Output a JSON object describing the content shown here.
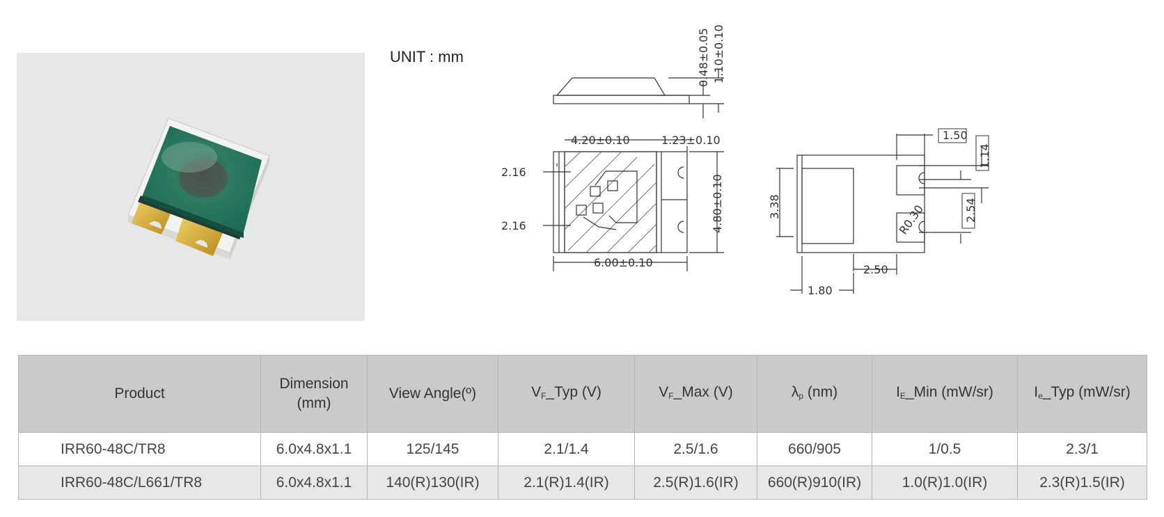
{
  "unit_label": "UNIT : mm",
  "dimensions": {
    "height_048": "0.48±0.05",
    "height_110": "1.10±0.10",
    "width_420": "4.20±0.10",
    "edge_123": "1.23±0.10",
    "pitch_216_top": "2.16",
    "pitch_216_bottom": "2.16",
    "height_480": "4.80±0.10",
    "length_600": "6.00±0.10",
    "pad_150": "1.50",
    "pad_114": "1.14",
    "pad_254": "2.54",
    "radius_030": "R0.30",
    "height_338": "3.38",
    "pad_250": "2.50",
    "pad_180": "1.80"
  },
  "table": {
    "headers": {
      "product": "Product",
      "dimension_l1": "Dimension",
      "dimension_l2": "(mm)",
      "view_angle": "View Angle(º)",
      "vf_typ_pre": "V",
      "vf_typ_sub": "F",
      "vf_typ_post": "_Typ (V)",
      "vf_max_pre": "V",
      "vf_max_sub": "F",
      "vf_max_post": "_Max (V)",
      "lp_pre": "λ",
      "lp_sub": "p",
      "lp_post": " (nm)",
      "ie_min_pre": "I",
      "ie_min_sub": "E",
      "ie_min_post": "_Min (mW/sr)",
      "ie_typ_pre": "I",
      "ie_typ_sub": "e",
      "ie_typ_post": "_Typ (mW/sr)"
    },
    "rows": [
      {
        "product": "IRR60-48C/TR8",
        "dimension": "6.0x4.8x1.1",
        "view_angle": "125/145",
        "vf_typ": "2.1/1.4",
        "vf_max": "2.5/1.6",
        "lambda_p": "660/905",
        "ie_min": "1/0.5",
        "ie_typ": "2.3/1"
      },
      {
        "product": "IRR60-48C/L661/TR8",
        "dimension": "6.0x4.8x1.1",
        "view_angle": "140(R)130(IR)",
        "vf_typ": "2.1(R)1.4(IR)",
        "vf_max": "2.5(R)1.6(IR)",
        "lambda_p": "660(R)910(IR)",
        "ie_min": "1.0(R)1.0(IR)",
        "ie_typ": "2.3(R)1.5(IR)"
      }
    ]
  }
}
